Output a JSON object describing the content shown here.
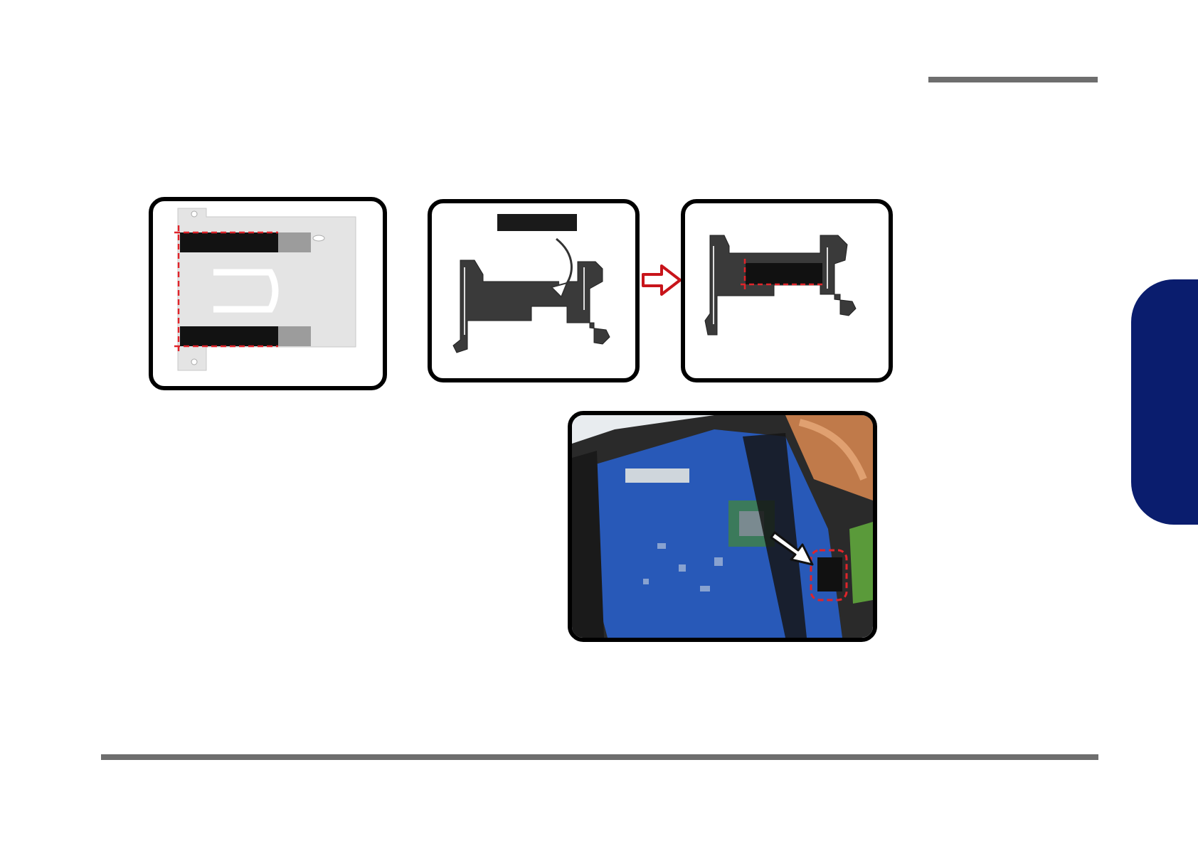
{
  "page": {
    "accent_color": "#0a1d6e",
    "rule_color": "#6e6e6e",
    "highlight_color": "#e0242a"
  },
  "figures": [
    {
      "id": "bracket-tape-top-view",
      "icons": [
        "hdd-bracket-icon",
        "tape-strip-icon",
        "dashed-guide-icon"
      ]
    },
    {
      "id": "tape-fold-step",
      "icons": [
        "bracket-icon",
        "tape-strip-icon",
        "curved-arrow-icon"
      ]
    },
    {
      "id": "tape-applied-step",
      "icons": [
        "bracket-icon",
        "tape-strip-icon",
        "dashed-guide-icon"
      ]
    },
    {
      "id": "mainboard-connector-photo",
      "icons": [
        "mainboard-icon",
        "arrow-icon",
        "connector-highlight-icon"
      ]
    }
  ]
}
